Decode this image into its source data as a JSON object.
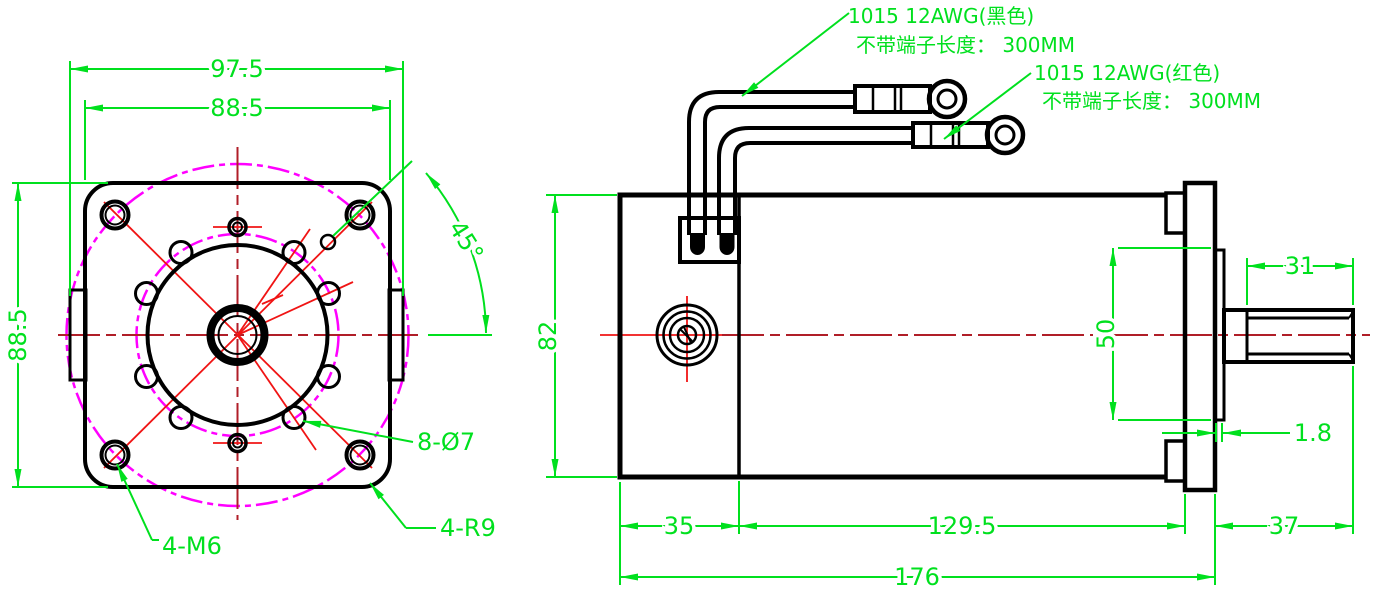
{
  "drawing": {
    "front_view": {
      "dim_overall_width": "97.5",
      "dim_flange_width": "88.5",
      "dim_flange_height": "88.5",
      "dim_hole_angle": "45°",
      "label_hole_pattern": "8-Ø7",
      "label_mounting_holes": "4-M6",
      "label_corner_radius": "4-R9"
    },
    "side_view": {
      "label_wire_black_line1": "1015 12AWG(黑色)",
      "label_wire_black_line2": "不带端子长度： 300MM",
      "label_wire_red_line1": "1015 12AWG(红色)",
      "label_wire_red_line2": "不带端子长度： 300MM",
      "dim_body_height": "82",
      "dim_boss_diameter": "50",
      "dim_shaft_thread_length": "31",
      "dim_boss_thickness": "1.8",
      "dim_front_section": "35",
      "dim_body_section": "129.5",
      "dim_shaft_section": "37",
      "dim_total_length": "176"
    },
    "colors": {
      "outline": "#000000",
      "dimension": "#00e01e",
      "centerline": "#b01e28",
      "axis": "#f01414",
      "phantom": "#ff00ff"
    }
  }
}
